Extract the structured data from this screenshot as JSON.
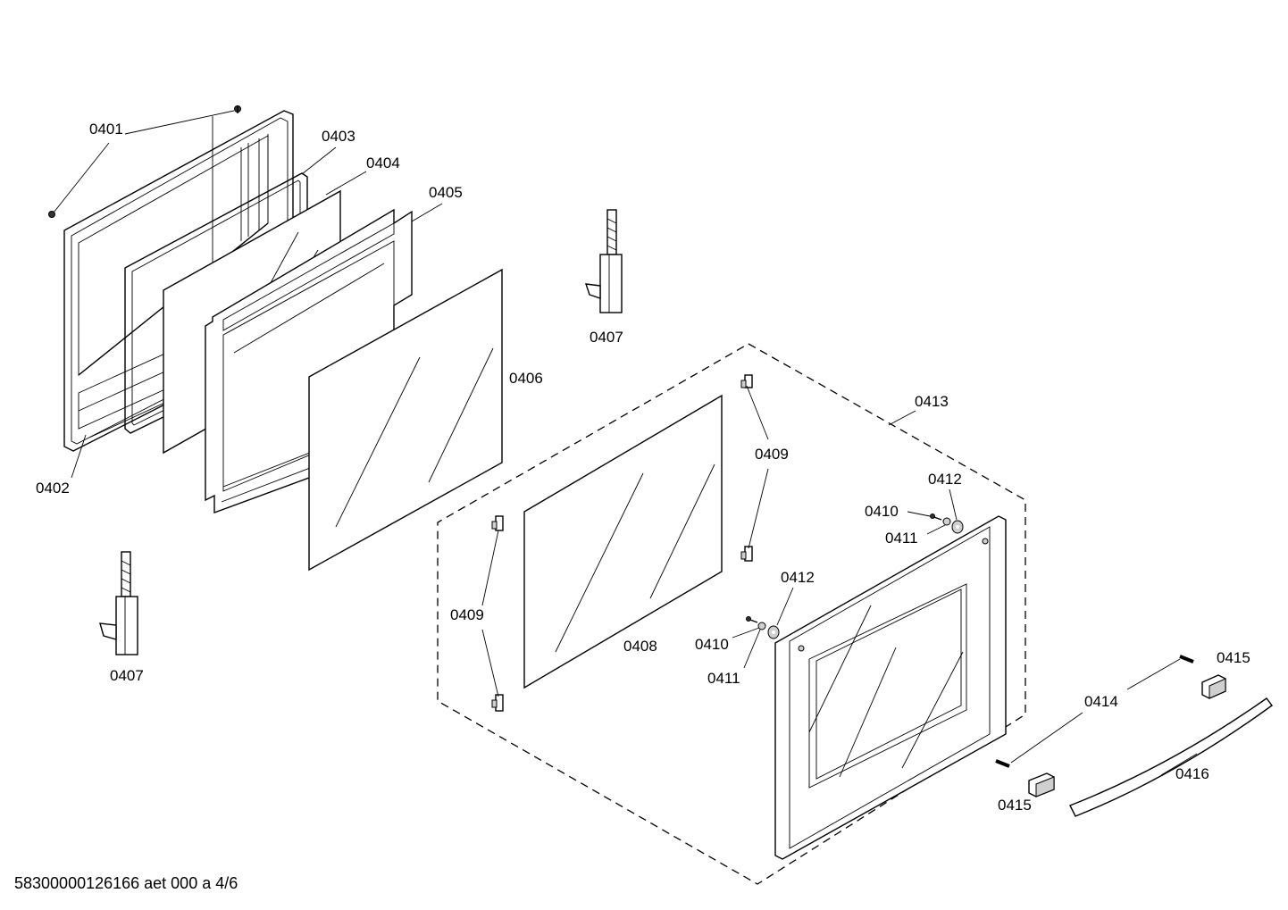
{
  "labels": {
    "p0401": "0401",
    "p0402": "0402",
    "p0403": "0403",
    "p0404": "0404",
    "p0405": "0405",
    "p0406": "0406",
    "p0407_top": "0407",
    "p0407_left": "0407",
    "p0408": "0408",
    "p0409_right": "0409",
    "p0409_left": "0409",
    "p0410_top": "0410",
    "p0410_bottom": "0410",
    "p0411_top": "0411",
    "p0411_bottom": "0411",
    "p0412_top": "0412",
    "p0412_bottom": "0412",
    "p0413": "0413",
    "p0414": "0414",
    "p0415_top": "0415",
    "p0415_bottom": "0415",
    "p0416": "0416"
  },
  "footer": {
    "doc_id": "58300000126166 aet 000 a 4/6"
  }
}
